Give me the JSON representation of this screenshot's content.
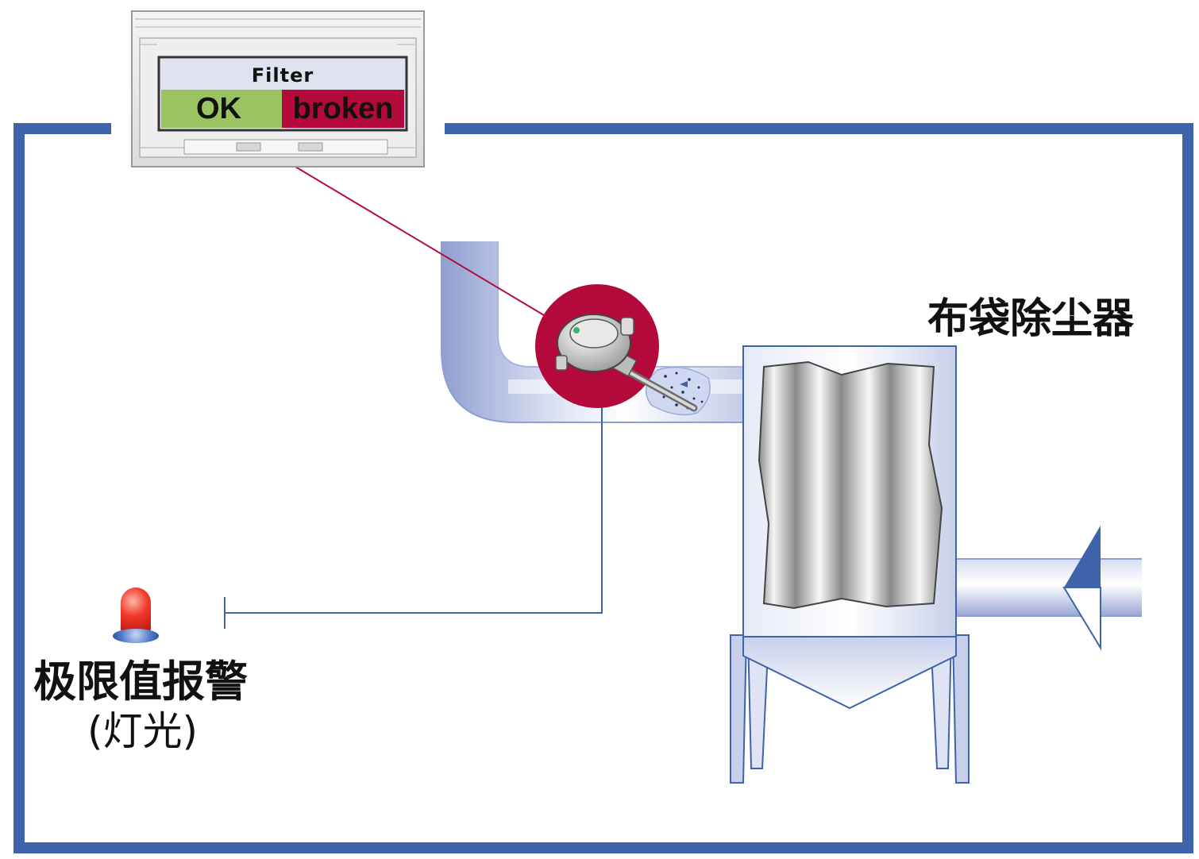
{
  "display": {
    "title": "Filter",
    "status_ok": "OK",
    "status_broken": "broken",
    "ok_color": "#9ac462",
    "broken_color": "#b3093b"
  },
  "labels": {
    "baghouse": "布袋除尘器",
    "alarm_line1": "极限值报警",
    "alarm_line2": "(灯光)"
  },
  "colors": {
    "frame": "#3f63a8",
    "signal_line": "#b3093b",
    "sensor_badge": "#b3093b",
    "alarm_lamp": "#e0201f"
  },
  "icons": {
    "sensor": "dust-sensor-icon",
    "lamp": "alarm-lamp-icon",
    "flow": "flow-direction-arrow-icon"
  }
}
